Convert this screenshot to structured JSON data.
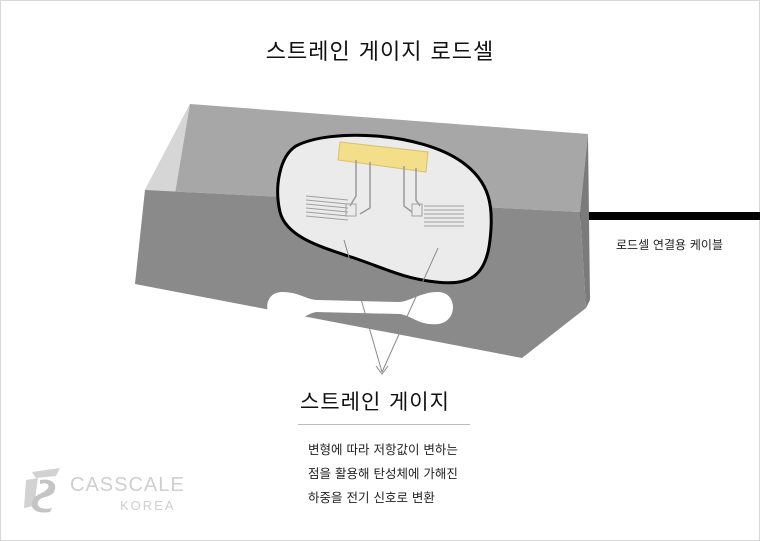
{
  "title": "스트레인 게이지 로드셀",
  "cable_label": "로드셀 연결용 케이블",
  "gauge": {
    "title": "스트레인 게이지",
    "description": [
      "변형에 따라 저항값이 변하는",
      "점을 활용해 탄성체에 가해진",
      "하중을 전기 신호로 변환"
    ]
  },
  "logo": {
    "brand": "CASSCALE",
    "sub": "KOREA"
  },
  "colors": {
    "body_top": "#a9a9a9",
    "body_front": "#8c8c8c",
    "body_side": "#dcdcdc",
    "gauge_area": "#e8e8e8",
    "gauge_pad": "#f3de8a",
    "cable": "#000000",
    "logo": "#cfcfcf"
  }
}
